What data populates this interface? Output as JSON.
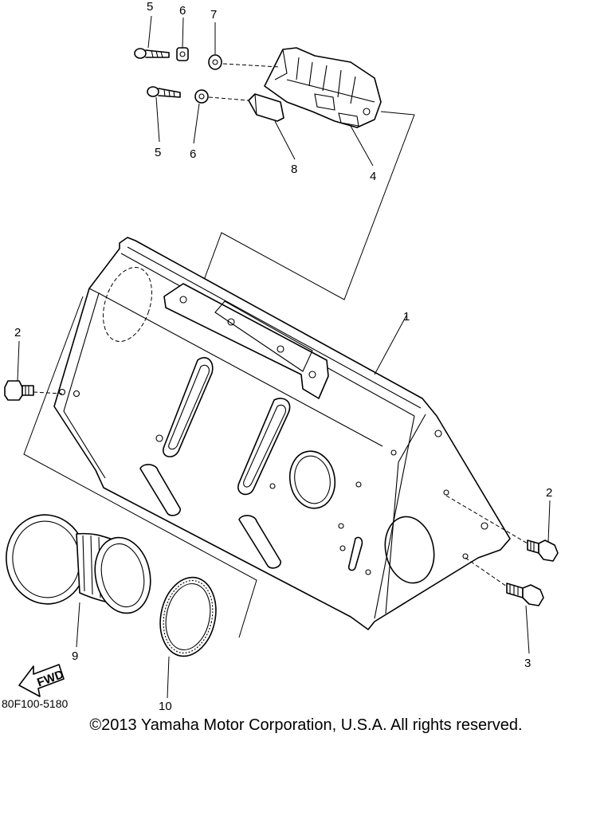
{
  "callouts": {
    "c1": "1",
    "c2a": "2",
    "c2b": "2",
    "c3": "3",
    "c4": "4",
    "c5a": "5",
    "c5b": "5",
    "c6a": "6",
    "c6b": "6",
    "c7": "7",
    "c8": "8",
    "c9": "9",
    "c10": "10"
  },
  "fwd_label": "FWD",
  "ref_code": "80F100-5180",
  "copyright": "©2013 Yamaha Motor Corporation, U.S.A. All rights reserved."
}
